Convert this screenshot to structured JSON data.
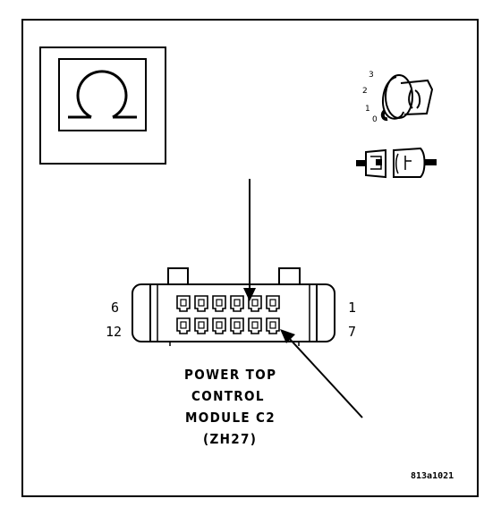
{
  "connector": {
    "pin_left_top": "6",
    "pin_left_bottom": "12",
    "pin_right_top": "1",
    "pin_right_bottom": "7"
  },
  "caption": {
    "line1": "POWER TOP",
    "line2": "CONTROL",
    "line3": "MODULE C2",
    "line4": "(ZH27)"
  },
  "ignition": {
    "pos3": "3",
    "pos2": "2",
    "pos1": "1",
    "pos0": "0"
  },
  "figure_code": "813a1021",
  "icons": {
    "meter": "ohmmeter-icon",
    "key": "ignition-key-off-icon",
    "connector": "disconnected-connector-icon"
  },
  "colors": {
    "line": "#000000",
    "background": "#ffffff"
  }
}
